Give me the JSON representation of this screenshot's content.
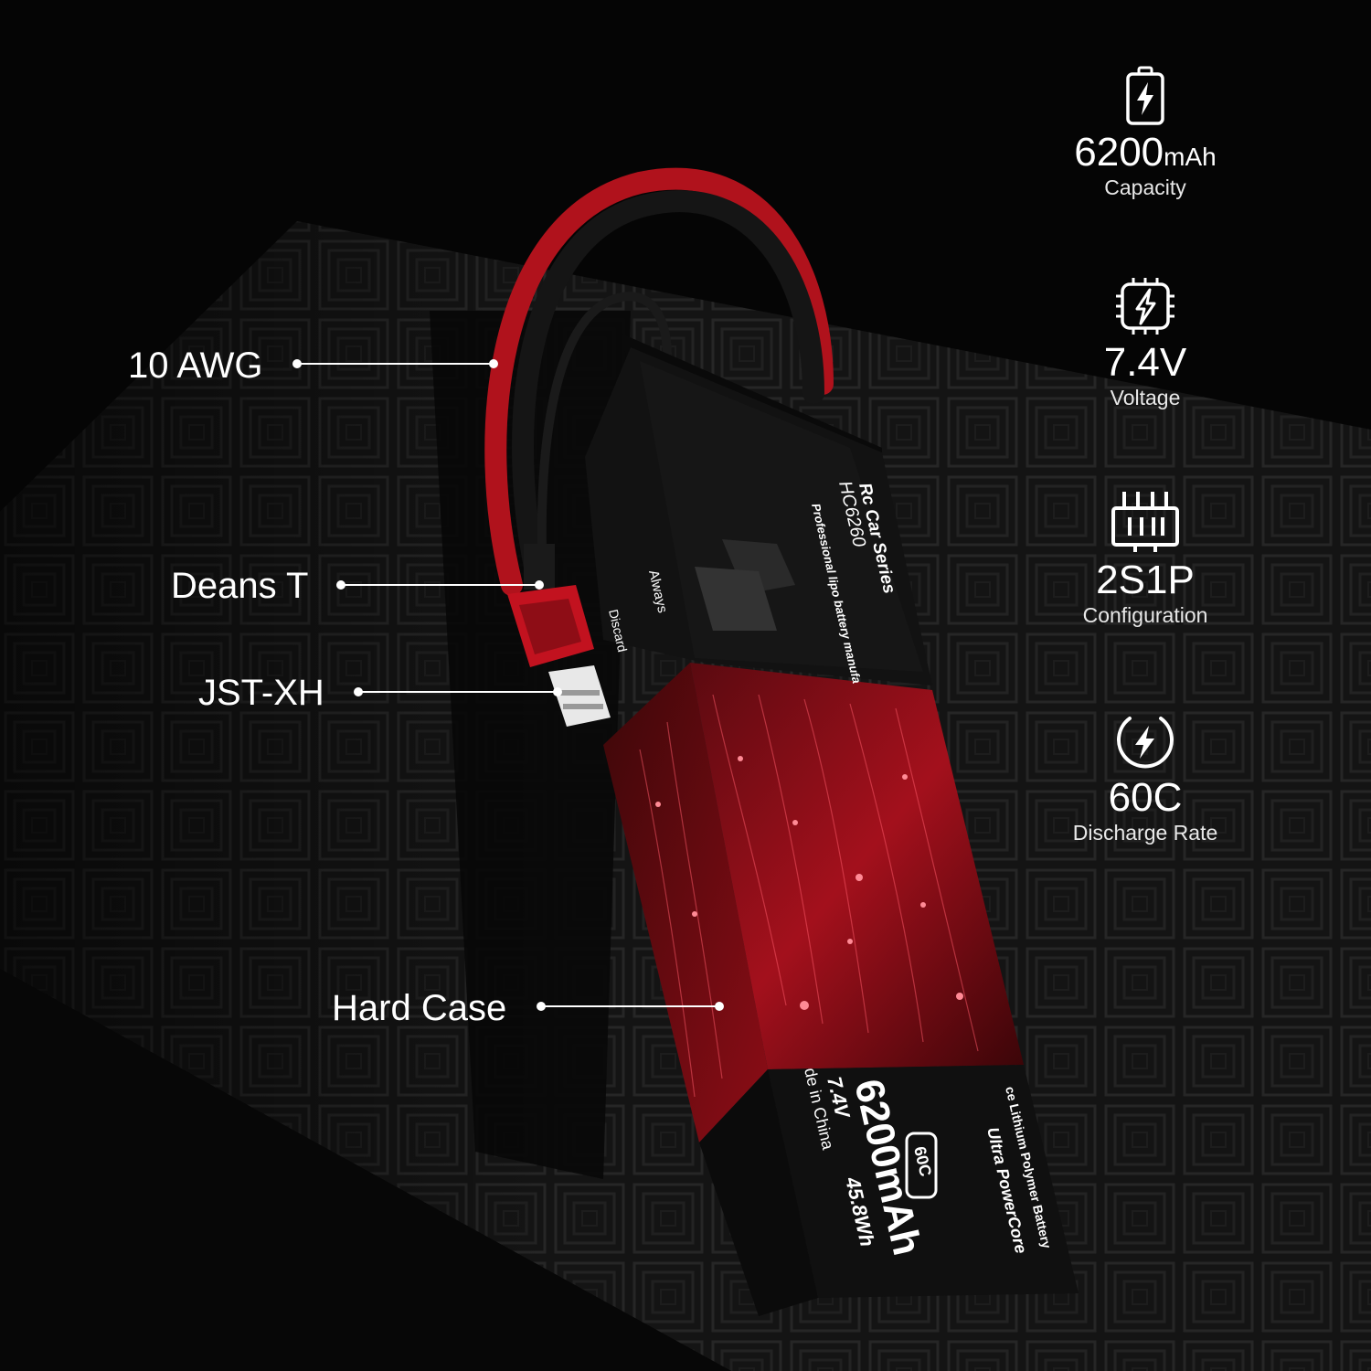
{
  "colors": {
    "background": "#050505",
    "box": "#151515",
    "battery_red": "#b0121c",
    "accent_red": "#e11a28",
    "text": "#ffffff"
  },
  "callouts": {
    "wire": "10 AWG",
    "connector": "Deans T",
    "balance": "JST-XH",
    "case": "Hard Case"
  },
  "specs": [
    {
      "icon": "battery-bolt-icon",
      "value": "6200",
      "unit": "mAh",
      "label": "Capacity"
    },
    {
      "icon": "chip-bolt-icon",
      "value": "7.4V",
      "unit": "",
      "label": "Voltage"
    },
    {
      "icon": "battery-cells-icon",
      "value": "2S1P",
      "unit": "",
      "label": "Configuration"
    },
    {
      "icon": "circle-bolt-icon",
      "value": "60C",
      "unit": "",
      "label": "Discharge Rate"
    }
  ],
  "battery_label": {
    "series": "Rc Car Series",
    "model": "HC6260",
    "tagline": "Professional lipo battery manufa",
    "capacity": "6200mAh",
    "voltage": "7.4V",
    "energy": "45.8Wh",
    "rate": "60C",
    "origin": "de in China",
    "product_line": "Ultra PowerCore",
    "chemistry": "ce Lithium Polymer Battery",
    "warning_title": "Always",
    "discard_text": "Discard"
  }
}
